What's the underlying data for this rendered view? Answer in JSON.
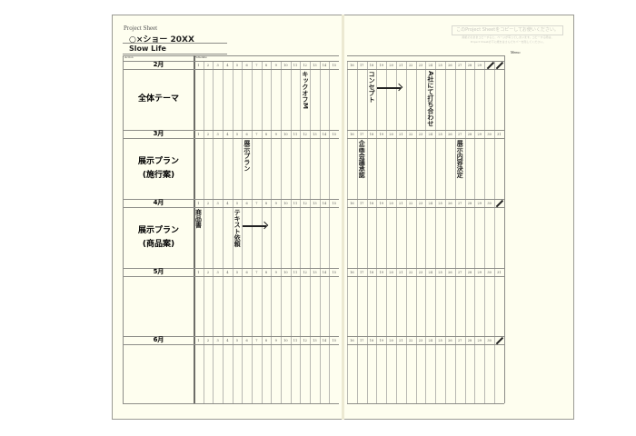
{
  "header": {
    "label": "Project Sheet",
    "title": "○×ショー 20XX",
    "subtitle": "Slow Life"
  },
  "columns": {
    "action": "Action",
    "schedule": "Schedule"
  },
  "notice": {
    "title": "このProject Sheetをコピーしてお使いください。",
    "line1": "用紙そのままコピーすると、ページが写ってしまいます。コピーする際は、",
    "line2": "Project Sheetの下に紙をはさんでカバーを隠してください。"
  },
  "memo_label": "Memo",
  "months": [
    {
      "label": "2月",
      "days": 29,
      "action": [
        "全体テーマ"
      ]
    },
    {
      "label": "3月",
      "days": 31,
      "action": [
        "展示プラン",
        "(施行案)"
      ]
    },
    {
      "label": "4月",
      "days": 30,
      "action": [
        "展示プラン",
        "(商品案)"
      ]
    },
    {
      "label": "5月",
      "days": 31,
      "action": []
    },
    {
      "label": "6月",
      "days": 30,
      "action": []
    }
  ],
  "notes": [
    {
      "month": 0,
      "day": 12,
      "text": "キックオフM"
    },
    {
      "month": 0,
      "day": 18,
      "text": "コンセプト",
      "arrow_to_day": 21
    },
    {
      "month": 0,
      "day": 24,
      "text": "A社にて打ち合わせ"
    },
    {
      "month": 1,
      "day": 6,
      "text": "展示プラン"
    },
    {
      "month": 1,
      "day": 17,
      "text": "企画会議承認"
    },
    {
      "month": 1,
      "day": 27,
      "text": "展示内容決定"
    },
    {
      "month": 2,
      "day": 1,
      "text": "商品書"
    },
    {
      "month": 2,
      "day": 5,
      "text": "テキスト依頼",
      "arrow_to_day": 8
    }
  ]
}
